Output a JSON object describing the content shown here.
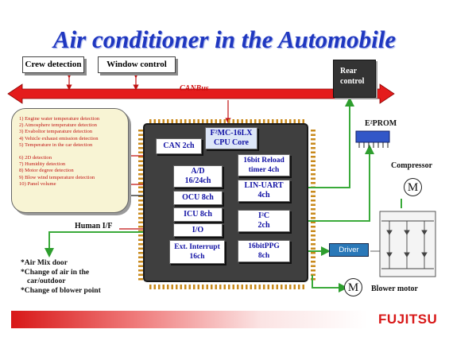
{
  "title": "Air conditioner in the Automobile",
  "top_boxes": {
    "crew": "Crew detection",
    "window": "Window control"
  },
  "canbus": "CANBus",
  "sensors_group1": [
    "1) Engine water temperature detection",
    "2) Atmosphere temperature detection",
    "3) Evaboltor temparature detection",
    "4) Vehicle exhaust emission detection",
    "5) Temperature in the car detection"
  ],
  "sensors_group2": [
    "6) 2D detection",
    "7) Humidity detection",
    "8) Motor degree detection",
    "9) Blow wind temperature detection",
    "10) Panel volume"
  ],
  "chip": {
    "core": [
      "F²MC-16LX",
      "CPU Core"
    ],
    "can": "CAN 2ch",
    "ad": [
      "A/D",
      "16/24ch"
    ],
    "ocu": "OCU 8ch",
    "icu": "ICU 8ch",
    "io": "I/O",
    "ext": [
      "Ext. Interrupt",
      "16ch"
    ],
    "reload": [
      "16bit Reload",
      "timer 4ch"
    ],
    "lin": [
      "LIN-UART",
      "4ch"
    ],
    "i2c": [
      "I²C",
      "2ch"
    ],
    "ppg": [
      "16bitPPG",
      "8ch"
    ]
  },
  "rear_control": [
    "Rear",
    "control"
  ],
  "e2prom": "E²PROM",
  "compressor": "Compressor",
  "motor_symbol": "M",
  "human_if": "Human I/F",
  "driver": "Driver",
  "blower_motor": "Blower motor",
  "bullets": [
    "*Air Mix door",
    "*Change of air in the",
    "car/outdoor",
    "*Change of blower point"
  ],
  "logo": "FUJITSU",
  "colors": {
    "title": "#1f37c0",
    "canbus": "#d01010",
    "green_wire": "#3aaa3a",
    "chip": "#3f3f3f"
  }
}
